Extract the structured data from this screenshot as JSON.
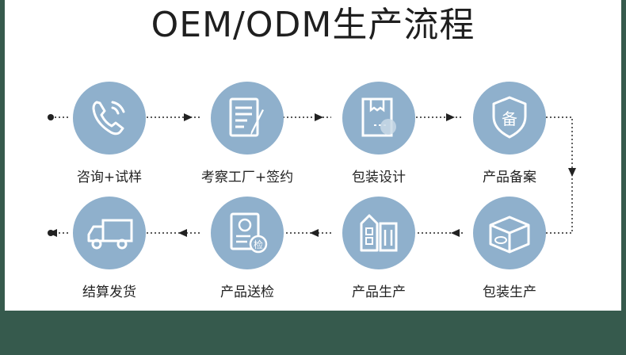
{
  "title": "OEM/ODM生产流程",
  "steps_row1": [
    {
      "label": "咨询+试样",
      "icon": "phone-icon"
    },
    {
      "label": "考察工厂+签约",
      "icon": "contract-pen-icon"
    },
    {
      "label": "包装设计",
      "icon": "box-design-icon"
    },
    {
      "label": "产品备案",
      "icon": "filing-badge-icon"
    }
  ],
  "steps_row2": [
    {
      "label": "结算发货",
      "icon": "truck-icon"
    },
    {
      "label": "产品送检",
      "icon": "inspection-doc-icon"
    },
    {
      "label": "产品生产",
      "icon": "factory-building-icon"
    },
    {
      "label": "包装生产",
      "icon": "package-icon"
    }
  ],
  "badge_text": {
    "filing": "备",
    "inspection": "检"
  },
  "colors": {
    "circle": "#8fb0cc",
    "frame": "#365a4d",
    "line": "#222222",
    "icon": "#ffffff"
  }
}
